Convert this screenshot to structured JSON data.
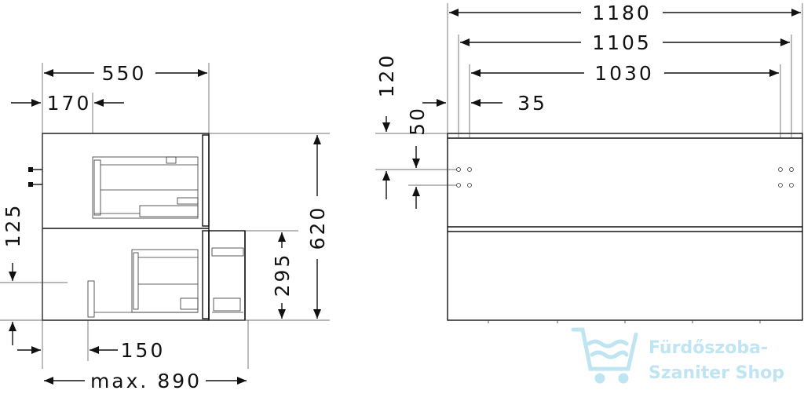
{
  "dimensions": {
    "side_depth": "550",
    "side_offset": "170",
    "side_height_left": "125",
    "side_clearance": "150",
    "side_max": "max. 890",
    "side_total_height": "620",
    "side_drawer_height": "295",
    "front_total_width": "1180",
    "front_width_mid": "1105",
    "front_width_inner": "1030",
    "front_top_offset": "120",
    "front_side_inset": "35",
    "front_hole_spacing": "50"
  },
  "brand": {
    "line1": "Fürdőszoba-",
    "line2": "Szaniter Shop",
    "icon": "bathtub-water-icon",
    "color": "#bfe4f2"
  }
}
